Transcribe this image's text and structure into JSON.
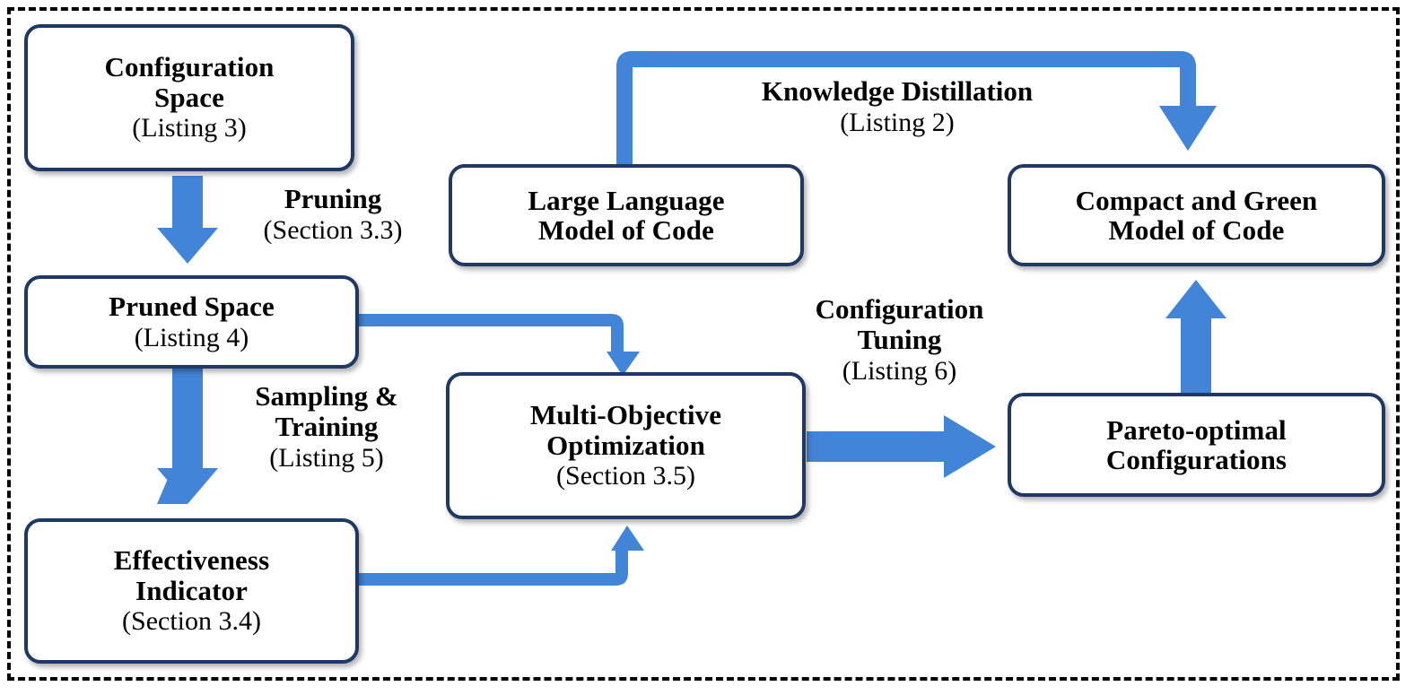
{
  "diagram": {
    "title": "Compact and green model of code pipeline",
    "accent_blue": "#4285D8",
    "node_border": "#1F3864",
    "frame_style": "dashed",
    "nodes": [
      {
        "id": "configuration-space",
        "title": "Configuration\nSpace",
        "title_line1": "Configuration",
        "title_line2": "Space",
        "sub": "(Listing 3)"
      },
      {
        "id": "pruned-space",
        "title": "Pruned Space",
        "title_line1": "Pruned Space",
        "title_line2": "",
        "sub": "(Listing 4)"
      },
      {
        "id": "effectiveness-indicator",
        "title": "Effectiveness\nIndicator",
        "title_line1": "Effectiveness",
        "title_line2": "Indicator",
        "sub": "(Section 3.4)"
      },
      {
        "id": "large-language-model-of-code",
        "title": "Large Language\nModel of Code",
        "title_line1": "Large Language",
        "title_line2": "Model of Code",
        "sub": ""
      },
      {
        "id": "multi-objective-optimization",
        "title": "Multi-Objective\nOptimization",
        "title_line1": "Multi-Objective",
        "title_line2": "Optimization",
        "sub": "(Section 3.5)"
      },
      {
        "id": "compact-and-green-model-of-code",
        "title": "Compact and Green\nModel of Code",
        "title_line1": "Compact and Green",
        "title_line2": "Model of Code",
        "sub": ""
      },
      {
        "id": "pareto-optimal-configurations",
        "title": "Pareto-optimal\nConfigurations",
        "title_line1": "Pareto-optimal",
        "title_line2": "Configurations",
        "sub": ""
      }
    ],
    "edge_labels": [
      {
        "id": "pruning",
        "title_line1": "Pruning",
        "title_line2": "",
        "sub": "(Section 3.3)"
      },
      {
        "id": "sampling-and-training",
        "title_line1": "Sampling &",
        "title_line2": "Training",
        "sub": "(Listing 5)"
      },
      {
        "id": "knowledge-distillation",
        "title_line1": "Knowledge Distillation",
        "title_line2": "",
        "sub": "(Listing 2)"
      },
      {
        "id": "configuration-tuning",
        "title_line1": "Configuration",
        "title_line2": "Tuning",
        "sub": "(Listing 6)"
      }
    ],
    "edges": [
      {
        "id": "configuration-space-to-pruned-space",
        "label": "pruning",
        "from": "configuration-space",
        "to": "pruned-space",
        "shape": "straight-down"
      },
      {
        "id": "pruned-space-to-effectiveness-indicator",
        "label": "sampling-and-training",
        "from": "pruned-space",
        "to": "effectiveness-indicator",
        "shape": "straight-down"
      },
      {
        "id": "pruned-space-to-multi-objective-optimization",
        "label": "",
        "from": "pruned-space",
        "to": "multi-objective-optimization",
        "shape": "elbow-right-down"
      },
      {
        "id": "effectiveness-indicator-to-multi-objective-optimization",
        "label": "",
        "from": "effectiveness-indicator",
        "to": "multi-objective-optimization",
        "shape": "elbow-right-up"
      },
      {
        "id": "large-language-model-to-compact-green-model",
        "label": "knowledge-distillation",
        "from": "large-language-model-of-code",
        "to": "compact-and-green-model-of-code",
        "shape": "elbow-up-right-down"
      },
      {
        "id": "multi-objective-optimization-to-pareto-optimal",
        "label": "configuration-tuning",
        "from": "multi-objective-optimization",
        "to": "pareto-optimal-configurations",
        "shape": "straight-right"
      },
      {
        "id": "pareto-optimal-to-compact-green-model",
        "label": "",
        "from": "pareto-optimal-configurations",
        "to": "compact-and-green-model-of-code",
        "shape": "straight-up"
      }
    ]
  }
}
